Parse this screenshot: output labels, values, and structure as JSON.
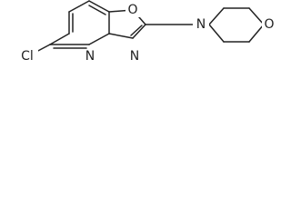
{
  "atoms": {
    "cl": "Cl",
    "n_pyridine": "N",
    "n_oxazole": "N",
    "o_oxazole": "O",
    "n_morpholine": "N",
    "o_morpholine": "O"
  },
  "colors": {
    "ink": "#222222",
    "background": "#ffffff"
  }
}
